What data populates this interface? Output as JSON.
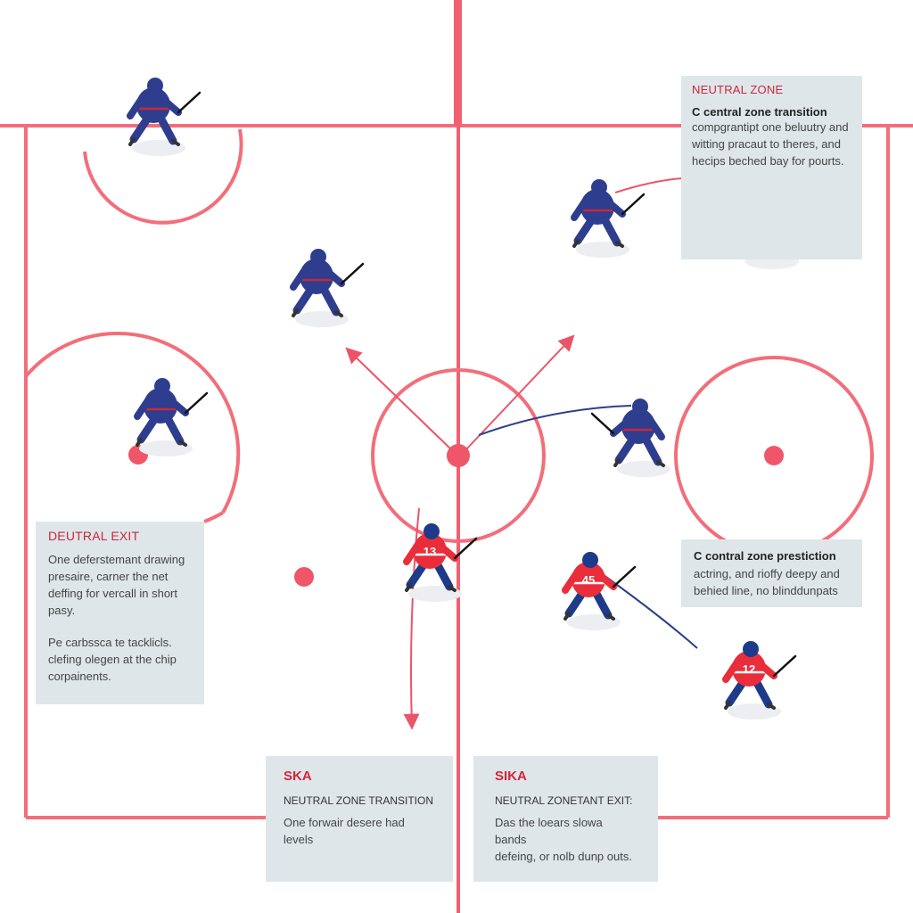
{
  "colors": {
    "rink_line": "#f26e7a",
    "center_line": "#f06070",
    "faceoff_dot": "#f0566a",
    "arrow": "#eb5468",
    "pass_line": "#2c3f86",
    "callout_bg": "#dfe6ea",
    "title_red": "#d3253a",
    "home_jersey": "#ea2d3b",
    "home_pants": "#1e3a8a",
    "away_jersey": "#2e3d8e",
    "away_accent": "#c8283a"
  },
  "players": [
    {
      "team": "away",
      "number": ""
    },
    {
      "team": "away",
      "number": ""
    },
    {
      "team": "away",
      "number": ""
    },
    {
      "team": "away",
      "number": ""
    },
    {
      "team": "away",
      "number": ""
    },
    {
      "team": "away",
      "number": ""
    },
    {
      "team": "home",
      "number": "13"
    },
    {
      "team": "home",
      "number": "45"
    },
    {
      "team": "home",
      "number": "12"
    }
  ],
  "callouts": {
    "top_right": {
      "title": "NEUTRAL ZONE",
      "heading": "C central zone transition",
      "body": [
        "compgrantipt one beluutry and",
        "witting pracaut to theres, and",
        "hecips beched bay for pourts."
      ]
    },
    "mid_right": {
      "heading": "C contral zone prestiction",
      "body": [
        "actring, and rioffy deepy and",
        "behied line, no blinddunpats"
      ]
    },
    "left": {
      "title": "DEUTRAL EXIT",
      "body1": [
        "One deferstemant drawing",
        "presaire, carner the net",
        "deffing for vercall in short",
        "pasy."
      ],
      "body2": [
        "Pe carbssca te tacklicls.",
        "clefing olegen at the chip",
        "corpainents."
      ]
    },
    "bottom_center": {
      "title": "SKA",
      "subtitle": "NEUTRAL ZONE TRANSITION",
      "body": "One forwair desere had levels"
    },
    "bottom_right": {
      "title": "SIKA",
      "subtitle": "NEUTRAL ZONETANT EXIT:",
      "body": [
        "Das the loears slowa bands",
        "defeing, or nolb dunp outs."
      ]
    }
  }
}
